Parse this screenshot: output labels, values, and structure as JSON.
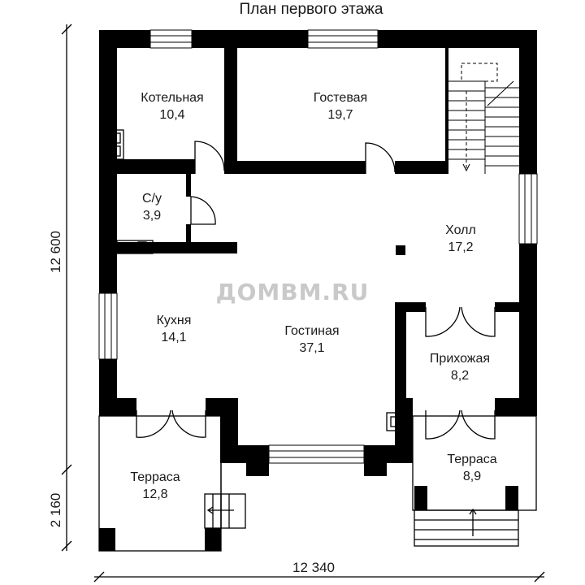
{
  "title": "План первого этажа",
  "watermark": "ДОМВМ.RU",
  "dimensions": {
    "height_main": "12 600",
    "height_terrace": "2 160",
    "width": "12 340"
  },
  "rooms": {
    "boiler": {
      "name": "Котельная",
      "area": "10,4"
    },
    "guest": {
      "name": "Гостевая",
      "area": "19,7"
    },
    "bathroom": {
      "name": "С/у",
      "area": "3,9"
    },
    "hall": {
      "name": "Холл",
      "area": "17,2"
    },
    "kitchen": {
      "name": "Кухня",
      "area": "14,1"
    },
    "living": {
      "name": "Гостиная",
      "area": "37,1"
    },
    "entry": {
      "name": "Прихожая",
      "area": "8,2"
    },
    "terrace_left": {
      "name": "Терраса",
      "area": "12,8"
    },
    "terrace_right": {
      "name": "Терраса",
      "area": "8,9"
    }
  },
  "colors": {
    "wall": "#000000",
    "watermark": "#c9c9c9",
    "text": "#1a1a1a"
  }
}
